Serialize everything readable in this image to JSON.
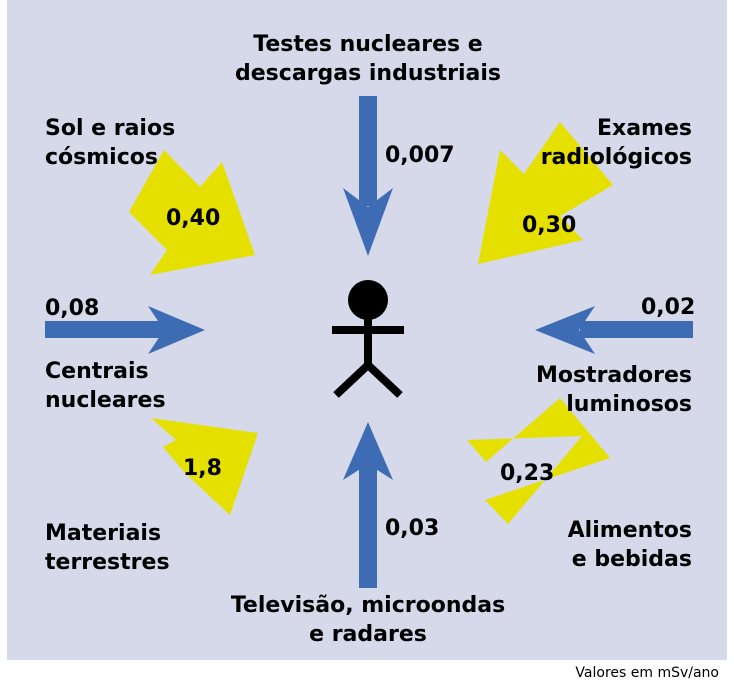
{
  "colors": {
    "background": "#d5d9ea",
    "arrow_blue": "#3e6cb4",
    "arrow_yellow": "#e6e000",
    "person": "#000000"
  },
  "person": {
    "icon": "stick-figure-icon"
  },
  "sources": [
    {
      "id": "nuclear-tests",
      "label_line1": "Testes nucleares e",
      "label_line2": "descargas industriais",
      "value": "0,007",
      "arrow": "blue"
    },
    {
      "id": "medical-exams",
      "label_line1": "Exames",
      "label_line2": "radiológicos",
      "value": "0,30",
      "arrow": "yellow"
    },
    {
      "id": "luminous-dials",
      "label_line1": "Mostradores",
      "label_line2": "luminosos",
      "value": "0,02",
      "arrow": "blue"
    },
    {
      "id": "food-drink",
      "label_line1": "Alimentos",
      "label_line2": "e bebidas",
      "value": "0,23",
      "arrow": "yellow"
    },
    {
      "id": "tv-microwaves",
      "label_line1": "Televisão, microondas",
      "label_line2": "e radares",
      "value": "0,03",
      "arrow": "blue"
    },
    {
      "id": "terrestrial-materials",
      "label_line1": "Materiais",
      "label_line2": "terrestres",
      "value": "1,8",
      "arrow": "yellow"
    },
    {
      "id": "nuclear-plants",
      "label_line1": "Centrais",
      "label_line2": "nucleares",
      "value": "0,08",
      "arrow": "blue"
    },
    {
      "id": "sun-cosmic-rays",
      "label_line1": "Sol e raios",
      "label_line2": "cósmicos",
      "value": "0,40",
      "arrow": "yellow"
    }
  ],
  "footer": {
    "units_note": "Valores em mSv/ano"
  }
}
